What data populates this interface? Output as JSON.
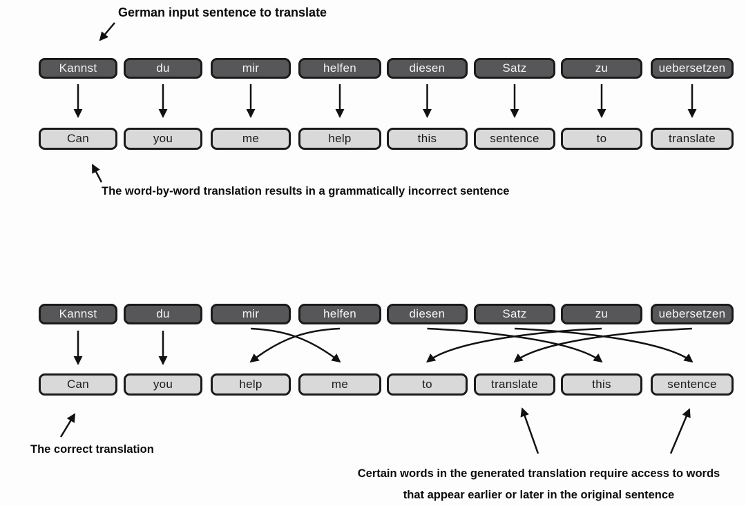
{
  "annotations": {
    "german_input": "German input sentence to translate",
    "word_by_word": "The word-by-word translation results in a grammatically incorrect sentence",
    "correct": "The correct translation",
    "access_line1": "Certain words in the generated translation require access to words",
    "access_line2": "that appear earlier or later in the original sentence"
  },
  "sections": [
    {
      "name": "word-by-word-translation",
      "german": [
        "Kannst",
        "du",
        "mir",
        "helfen",
        "diesen",
        "Satz",
        "zu",
        "uebersetzen"
      ],
      "english": [
        "Can",
        "you",
        "me",
        "help",
        "this",
        "sentence",
        "to",
        "translate"
      ],
      "alignment": [
        [
          0,
          0
        ],
        [
          1,
          1
        ],
        [
          2,
          2
        ],
        [
          3,
          3
        ],
        [
          4,
          4
        ],
        [
          5,
          5
        ],
        [
          6,
          6
        ],
        [
          7,
          7
        ]
      ]
    },
    {
      "name": "correct-translation",
      "german": [
        "Kannst",
        "du",
        "mir",
        "helfen",
        "diesen",
        "Satz",
        "zu",
        "uebersetzen"
      ],
      "english": [
        "Can",
        "you",
        "help",
        "me",
        "to",
        "translate",
        "this",
        "sentence"
      ],
      "alignment": [
        [
          0,
          0
        ],
        [
          1,
          1
        ],
        [
          2,
          3
        ],
        [
          3,
          2
        ],
        [
          4,
          6
        ],
        [
          5,
          7
        ],
        [
          6,
          4
        ],
        [
          7,
          5
        ]
      ]
    }
  ],
  "colors": {
    "german_box": "#57575a",
    "english_box": "#d9d9d9",
    "box_border": "#1a1a1a",
    "arrow": "#111111"
  }
}
